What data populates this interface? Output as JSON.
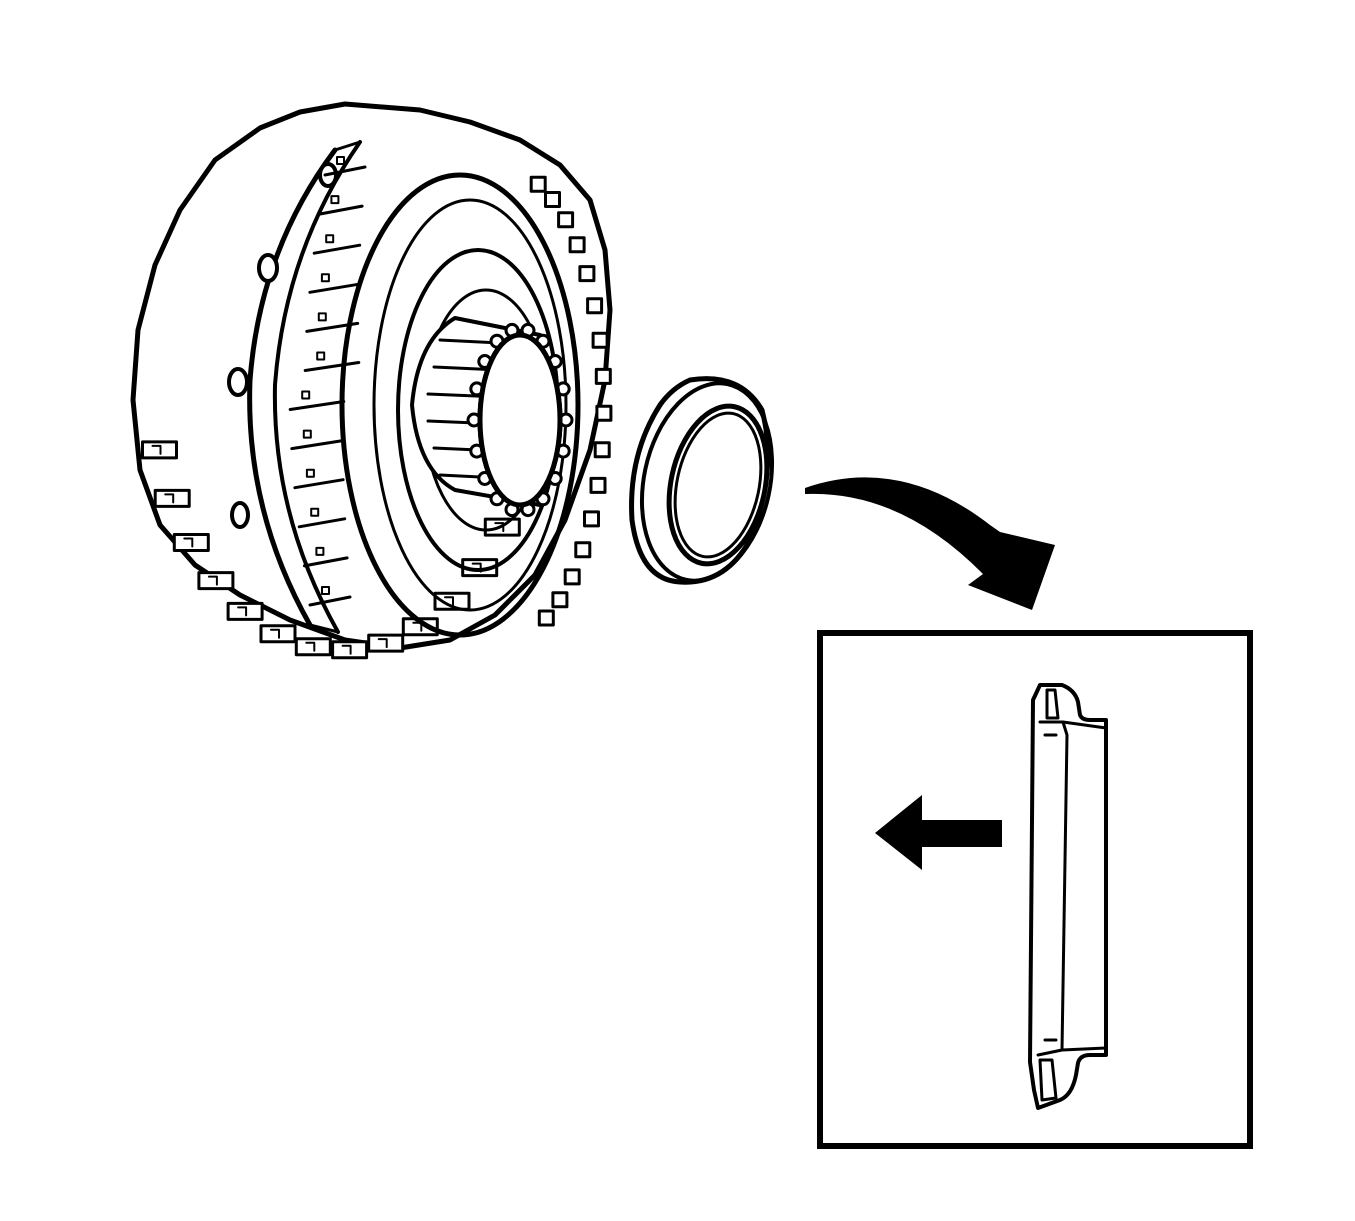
{
  "figure": {
    "background_color": "#ffffff",
    "line_color": "#000000",
    "components": [
      {
        "name": "clutch-drum-assembly",
        "icon": "drum-icon"
      },
      {
        "name": "thrust-bearing-washer",
        "icon": "washer-icon"
      }
    ],
    "callout": {
      "pointer": "curved-arrow-icon",
      "detail": "washer-cross-section",
      "direction_arrow": "left-arrow-icon"
    }
  }
}
